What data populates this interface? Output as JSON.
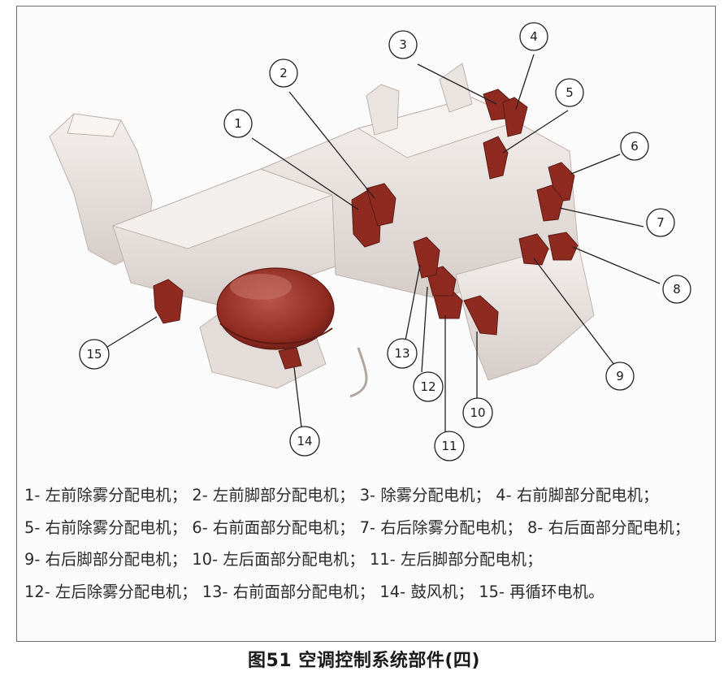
{
  "figure": {
    "caption": "图51 空调控制系统部件(四)",
    "colors": {
      "housing": "#ece6e3",
      "housing_shadow": "#cfc6c2",
      "motor": "#8e2a20",
      "motor_highlight": "#b8554a",
      "leader_line": "#222222"
    },
    "callouts": [
      "1",
      "2",
      "3",
      "4",
      "5",
      "6",
      "7",
      "8",
      "9",
      "10",
      "11",
      "12",
      "13",
      "14",
      "15"
    ],
    "legend": [
      {
        "number": "1-",
        "text": "左前除雾分配电机；"
      },
      {
        "number": "2-",
        "text": "左前脚部分配电机；"
      },
      {
        "number": "3-",
        "text": "除雾分配电机；"
      },
      {
        "number": "4-",
        "text": "右前脚部分配电机；"
      },
      {
        "number": "5-",
        "text": "右前除雾分配电机；"
      },
      {
        "number": "6-",
        "text": "右前面部分配电机；"
      },
      {
        "number": "7-",
        "text": "右后除雾分配电机；"
      },
      {
        "number": "8-",
        "text": "右后面部分配电机；"
      },
      {
        "number": "9-",
        "text": "右后脚部分配电机；"
      },
      {
        "number": "10-",
        "text": "左后面部分配电机；"
      },
      {
        "number": "11-",
        "text": "左后脚部分配电机；"
      },
      {
        "number": "12-",
        "text": "左后除雾分配电机；"
      },
      {
        "number": "13-",
        "text": "右前面部分配电机；"
      },
      {
        "number": "14-",
        "text": "鼓风机；"
      },
      {
        "number": "15-",
        "text": "再循环电机。"
      }
    ]
  }
}
